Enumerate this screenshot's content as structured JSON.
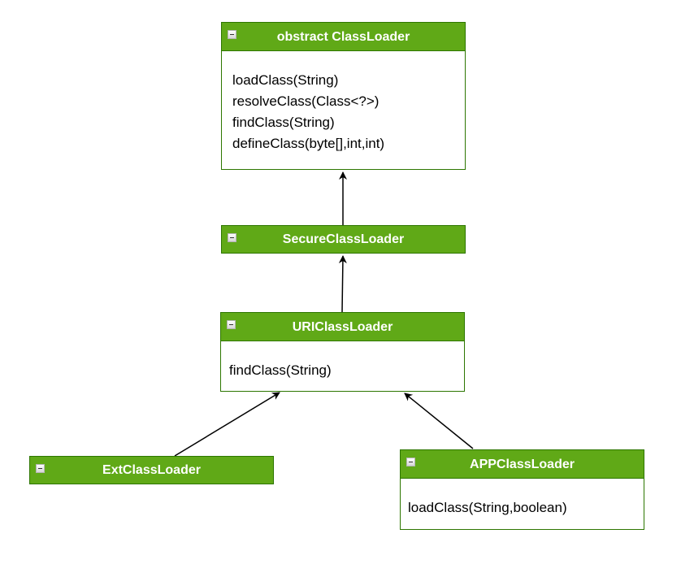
{
  "classes": {
    "classloader": {
      "name": "obstract ClassLoader",
      "methods": [
        "loadClass(String)",
        "resolveClass(Class<?>)",
        "findClass(String)",
        "defineClass(byte[],int,int)"
      ]
    },
    "secure": {
      "name": "SecureClassLoader"
    },
    "uri": {
      "name": "URIClassLoader",
      "methods": [
        "findClass(String)"
      ]
    },
    "ext": {
      "name": "ExtClassLoader"
    },
    "app": {
      "name": "APPClassLoader",
      "methods": [
        "loadClass(String,boolean)"
      ]
    }
  },
  "colors": {
    "header_fill": "#60a917",
    "border": "#2d7600",
    "arrow": "#000000"
  },
  "icons": {
    "header_toggle": "collapse-icon"
  }
}
